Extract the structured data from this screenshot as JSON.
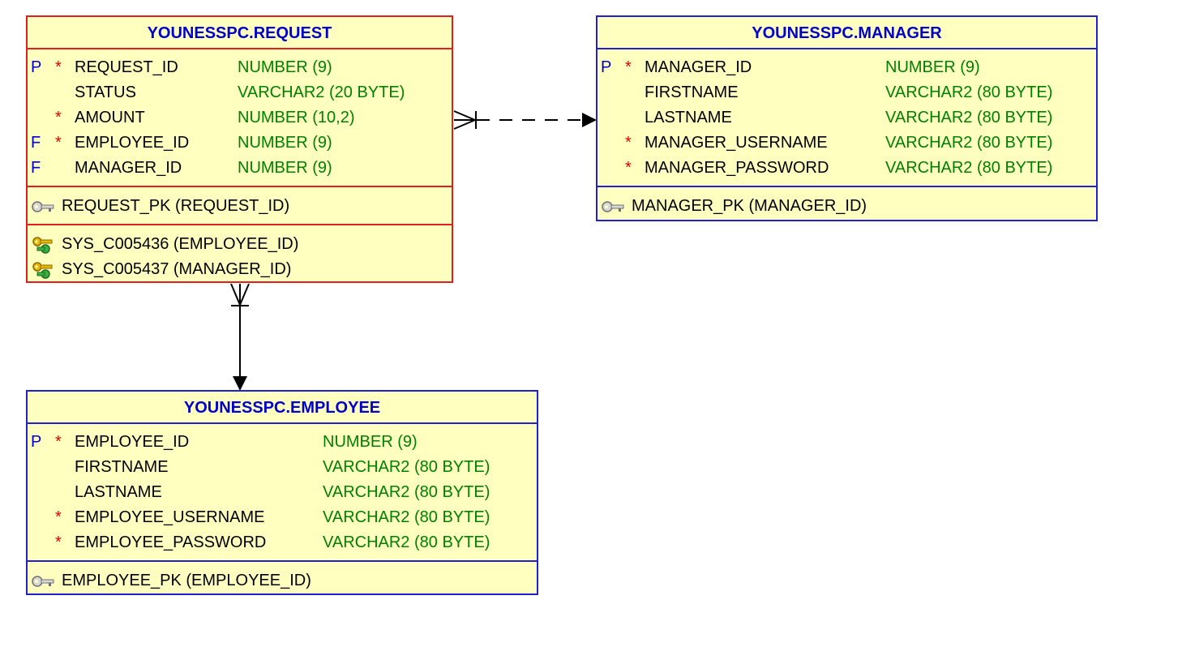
{
  "entities": {
    "request": {
      "title": "YOUNESSPC.REQUEST",
      "columns": [
        {
          "key": "P",
          "required": "*",
          "name": "REQUEST_ID",
          "type": "NUMBER (9)"
        },
        {
          "key": "",
          "required": "",
          "name": "STATUS",
          "type": "VARCHAR2 (20 BYTE)"
        },
        {
          "key": "",
          "required": "*",
          "name": "AMOUNT",
          "type": "NUMBER (10,2)"
        },
        {
          "key": "F",
          "required": "*",
          "name": "EMPLOYEE_ID",
          "type": "NUMBER (9)"
        },
        {
          "key": "F",
          "required": "",
          "name": "MANAGER_ID",
          "type": "NUMBER (9)"
        }
      ],
      "primary_key": "REQUEST_PK (REQUEST_ID)",
      "foreign_keys": [
        "SYS_C005436 (EMPLOYEE_ID)",
        "SYS_C005437 (MANAGER_ID)"
      ]
    },
    "manager": {
      "title": "YOUNESSPC.MANAGER",
      "columns": [
        {
          "key": "P",
          "required": "*",
          "name": "MANAGER_ID",
          "type": "NUMBER (9)"
        },
        {
          "key": "",
          "required": "",
          "name": "FIRSTNAME",
          "type": "VARCHAR2 (80 BYTE)"
        },
        {
          "key": "",
          "required": "",
          "name": "LASTNAME",
          "type": "VARCHAR2 (80 BYTE)"
        },
        {
          "key": "",
          "required": "*",
          "name": "MANAGER_USERNAME",
          "type": "VARCHAR2 (80 BYTE)"
        },
        {
          "key": "",
          "required": "*",
          "name": "MANAGER_PASSWORD",
          "type": "VARCHAR2 (80 BYTE)"
        }
      ],
      "primary_key": "MANAGER_PK (MANAGER_ID)"
    },
    "employee": {
      "title": "YOUNESSPC.EMPLOYEE",
      "columns": [
        {
          "key": "P",
          "required": "*",
          "name": "EMPLOYEE_ID",
          "type": "NUMBER (9)"
        },
        {
          "key": "",
          "required": "",
          "name": "FIRSTNAME",
          "type": "VARCHAR2 (80 BYTE)"
        },
        {
          "key": "",
          "required": "",
          "name": "LASTNAME",
          "type": "VARCHAR2 (80 BYTE)"
        },
        {
          "key": "",
          "required": "*",
          "name": "EMPLOYEE_USERNAME",
          "type": "VARCHAR2 (80 BYTE)"
        },
        {
          "key": "",
          "required": "*",
          "name": "EMPLOYEE_PASSWORD",
          "type": "VARCHAR2 (80 BYTE)"
        }
      ],
      "primary_key": "EMPLOYEE_PK (EMPLOYEE_ID)"
    }
  },
  "relationships": [
    {
      "from": "request",
      "to": "manager",
      "style": "dashed",
      "cardinality": "many-to-one optional"
    },
    {
      "from": "request",
      "to": "employee",
      "style": "solid",
      "cardinality": "many-to-one mandatory"
    }
  ],
  "colors": {
    "entity_fill": "#ffffc0",
    "entity_border": "#2020cc",
    "selected_border": "#e02020",
    "title_text": "#0000cc",
    "type_text": "#008000",
    "required_mark": "#e00000"
  }
}
